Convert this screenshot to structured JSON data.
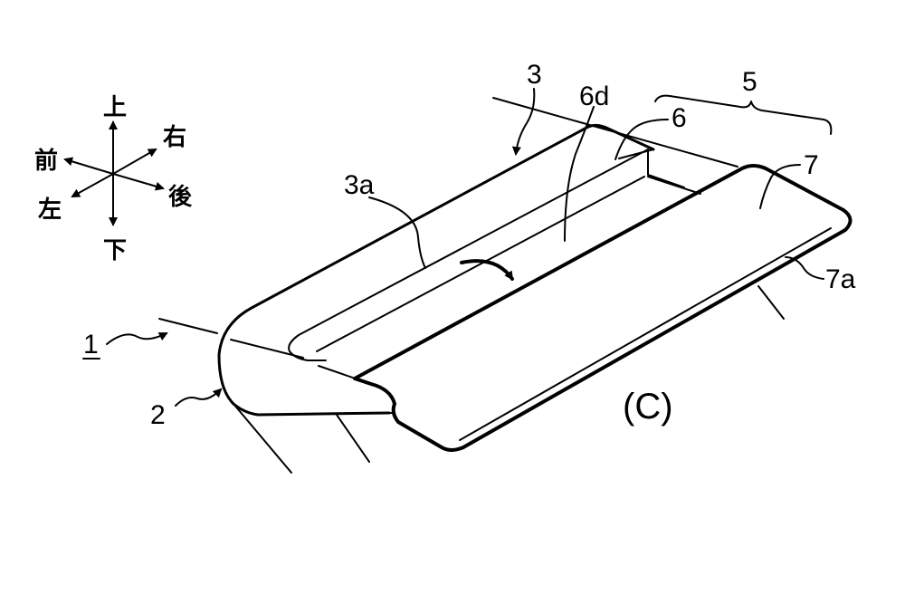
{
  "directions": {
    "up": "上",
    "down": "下",
    "front": "前",
    "rear": "後",
    "left": "左",
    "right": "右"
  },
  "labels": {
    "ref_1": "1",
    "ref_2": "2",
    "ref_3": "3",
    "ref_3a": "3a",
    "ref_5": "5",
    "ref_6": "6",
    "ref_6d": "6d",
    "ref_7": "7",
    "ref_7a": "7a"
  },
  "figure_label": "(C)"
}
